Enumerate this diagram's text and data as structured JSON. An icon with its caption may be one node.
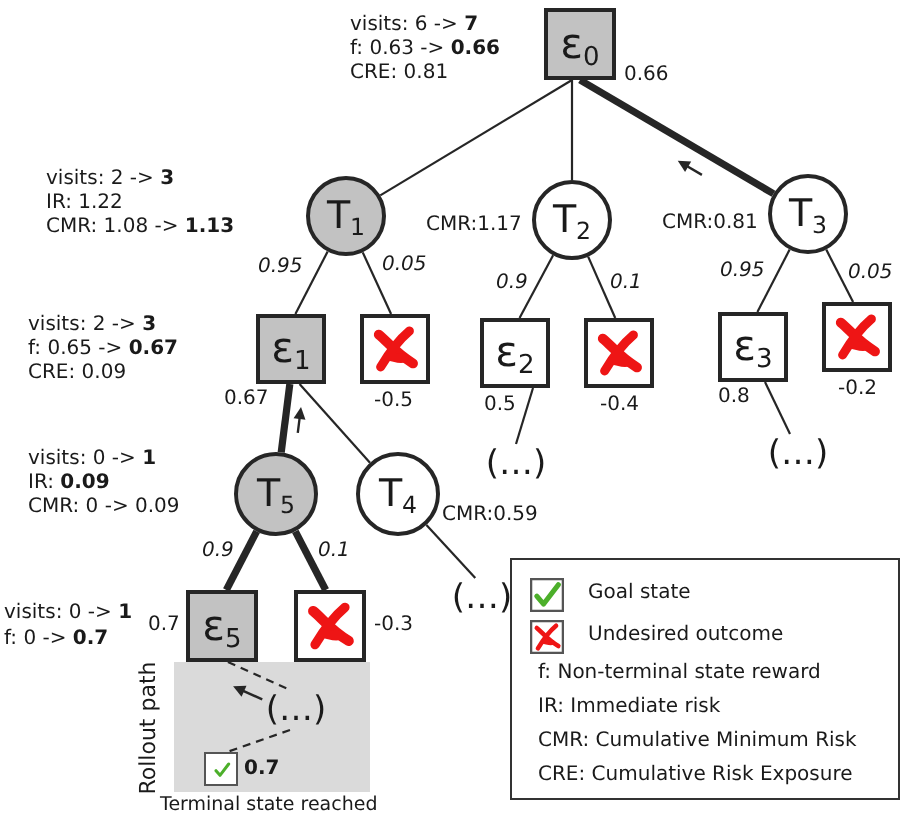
{
  "diagram": {
    "nodes": [
      {
        "text": [
          "ε$_{0}$"
        ],
        "beside": [
          "visits: 6 -> **7**",
          "f: 0.63 -> **0.66**",
          "CRE: 0.81",
          "0.66"
        ]
      },
      {
        "text": [
          "T$_{1}$"
        ],
        "beside": [
          "visits: 2 -> **3**",
          "IR: 1.22",
          "CMR: 1.08 -> **1.13**"
        ]
      },
      {
        "text": [
          "T$_{2}$"
        ],
        "beside": [
          "CMR:1.17"
        ]
      },
      {
        "text": [
          "T$_{3}$"
        ],
        "beside": [
          "CMR:0.81"
        ]
      },
      {
        "text": [
          "ε$_{1}$"
        ],
        "beside": [
          "visits: 2 -> **3**",
          "f: 0.65 -> **0.67**",
          "CRE: 0.09",
          "0.67"
        ]
      },
      {
        "text": [],
        "shape": "box",
        "beside": [
          "-0.5"
        ]
      },
      {
        "text": [
          "ε$_{2}$"
        ],
        "beside": [
          "0.5"
        ]
      },
      {
        "text": [],
        "shape": "box",
        "beside": [
          "-0.4"
        ]
      },
      {
        "text": [
          "ε$_{3}$"
        ],
        "beside": [
          "0.8"
        ]
      },
      {
        "text": [],
        "shape": "box",
        "beside": [
          "-0.2"
        ]
      },
      {
        "text": [
          "T$_{5}$"
        ],
        "beside": [
          "visits: 0 -> **1**",
          "IR: **0.09**",
          "CMR: 0 -> 0.09"
        ]
      },
      {
        "text": [
          "T$_{4}$"
        ],
        "beside": [
          "CMR:0.59"
        ]
      },
      {
        "text": [
          "(…)"
        ]
      },
      {
        "text": [
          "(…)"
        ]
      },
      {
        "text": [
          "ε$_{5}$"
        ],
        "beside": [
          "visits: 0 -> **1**",
          "f: 0 -> **0.7**",
          "0.7"
        ]
      },
      {
        "text": [],
        "shape": "box",
        "beside": [
          "-0.3"
        ]
      },
      {
        "text": [
          "(…)"
        ]
      },
      {
        "text": [
          "Rollout path",
          "Terminal state reached"
        ]
      },
      {
        "text": [
          "(…)"
        ],
        "in": 17
      },
      {
        "text": [],
        "shape": "box",
        "in": 17,
        "beside": [
          "0.7"
        ]
      }
    ],
    "edges": [
      {
        "from": 0,
        "to": 1,
        "arrow": "none"
      },
      {
        "from": 0,
        "to": 2,
        "arrow": "none"
      },
      {
        "from": 0,
        "to": 3,
        "arrow": "none",
        "style": "thick"
      },
      {
        "from": 1,
        "to": 4,
        "arrow": "none",
        "label": "0.95"
      },
      {
        "from": 1,
        "to": 5,
        "arrow": "none",
        "label": "0.05"
      },
      {
        "from": 2,
        "to": 6,
        "arrow": "none",
        "label": "0.9"
      },
      {
        "from": 2,
        "to": 7,
        "arrow": "none",
        "label": "0.1"
      },
      {
        "from": 3,
        "to": 8,
        "arrow": "none",
        "label": "0.95"
      },
      {
        "from": 3,
        "to": 9,
        "arrow": "none",
        "label": "0.05"
      },
      {
        "from": 4,
        "to": 10,
        "arrow": "none",
        "style": "thick"
      },
      {
        "from": 4,
        "to": 11,
        "arrow": "none"
      },
      {
        "from": 6,
        "to": 12,
        "arrow": "none"
      },
      {
        "from": 8,
        "to": 13,
        "arrow": "none"
      },
      {
        "from": 10,
        "to": 14,
        "arrow": "none",
        "label": "0.9",
        "style": "thick"
      },
      {
        "from": 10,
        "to": 15,
        "arrow": "none",
        "label": "0.1",
        "style": "thick"
      },
      {
        "from": 11,
        "to": 16,
        "arrow": "none"
      },
      {
        "from": 14,
        "to": 18,
        "arrow": "none",
        "style": "dashed"
      },
      {
        "from": 18,
        "to": 19,
        "arrow": "none",
        "style": "dashed"
      }
    ],
    "labels": [
      "f: Non-terminal state reward",
      "IR: Immediate risk",
      "CMR: Cumulative Minimum Risk",
      "CRE: Cumulative Risk Exposure"
    ],
    "legend": [
      {
        "text": "Goal state"
      },
      {
        "text": "Undesired outcome"
      }
    ]
  }
}
